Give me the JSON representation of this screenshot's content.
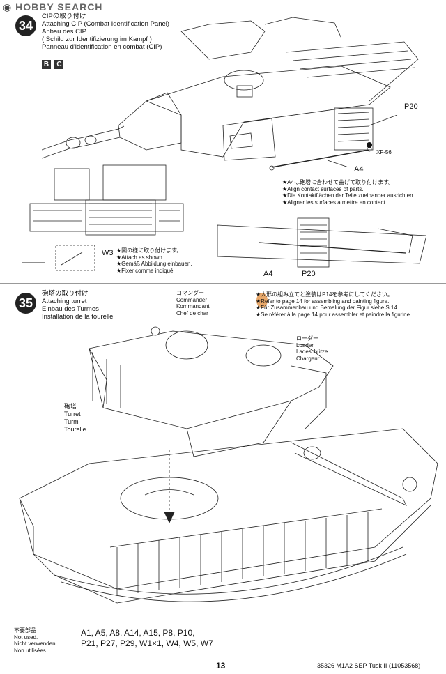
{
  "header": {
    "logo": "HOBBY SEARCH"
  },
  "step34": {
    "number": "34",
    "title_jp": "CIPの取り付け",
    "title_en": "Attaching CIP (Combat Identification Panel)",
    "title_de": "Anbau des CIP",
    "title_de2": "( Schild zur Identifizierung im Kampf )",
    "title_fr": "Panneau d'identification en combat (CIP)",
    "badges": [
      "B",
      "C"
    ],
    "labels": {
      "p20": "P20",
      "xf56": "XF-56",
      "a4": "A4",
      "w3": "W3",
      "a4_lower": "A4",
      "p20_lower": "P20"
    },
    "note_a4": [
      "★A4は砲塔に合わせて曲げて取り付けます。",
      "★Align contact surfaces of parts.",
      "★Die Kontaktflächen der Teile zueinander ausrichten.",
      "★Aligner les surfaces a mettre en contact."
    ],
    "note_w3": [
      "★図の様に取り付けます。",
      "★Attach as shown.",
      "★Gemäß Abbildung einbauen.",
      "★Fixer comme indiqué."
    ]
  },
  "step35": {
    "number": "35",
    "title_jp": "砲塔の取り付け",
    "title_en": "Attaching turret",
    "title_de": "Einbau des Turmes",
    "title_fr": "Installation de la tourelle",
    "commander": [
      "コマンダー",
      "Commander",
      "Kommandant",
      "Chef de char"
    ],
    "loader": [
      "ローダー",
      "Loader",
      "Ladeschütze",
      "Chargeur"
    ],
    "turret": [
      "砲塔",
      "Turret",
      "Turm",
      "Tourelle"
    ],
    "note_figure": [
      "★人形の組み立てと塗装はP14を参考にしてください。",
      "★Refer to page 14 for assembling and painting figure.",
      "★Für Zusammenbau und Bemalung der Figur siehe S.14.",
      "★Se référer à la page 14 pour assembler et peindre la figurine."
    ]
  },
  "not_used": {
    "jp": "不要部品",
    "en": "Not used.",
    "de": "Nicht verwenden.",
    "fr": "Non utilisées.",
    "line1": "A1, A5, A8, A14, A15, P8, P10,",
    "line2": "P21, P27, P29, W1×1, W4, W5, W7"
  },
  "footer": {
    "page": "13",
    "product": "35326  M1A2 SEP Tusk II (11053568)"
  }
}
